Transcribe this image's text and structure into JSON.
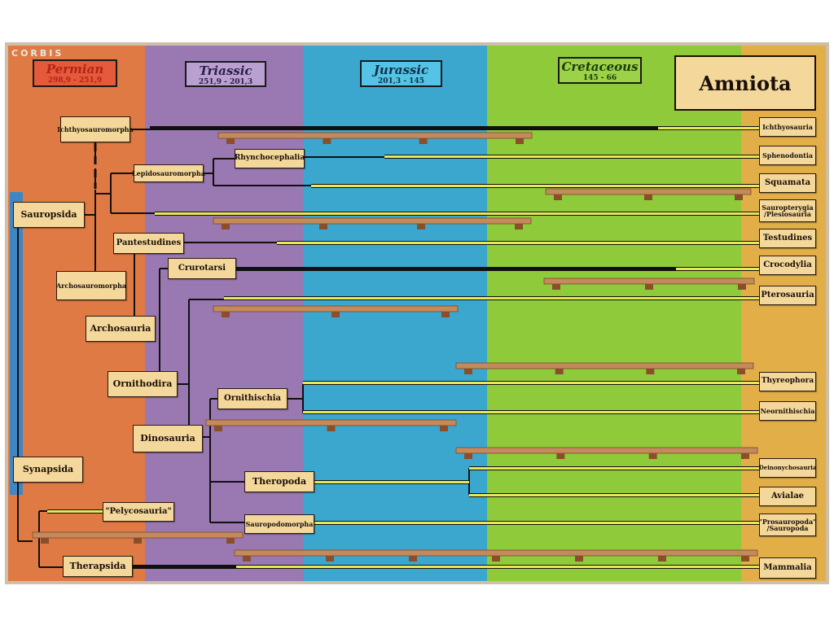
{
  "brand": "CORBIS",
  "title": "Amniota",
  "periods": [
    {
      "key": "permian",
      "name": "Permian",
      "dates": "298,9 - 251,9",
      "band_color": "#e07a45",
      "box_color": "#e45a3a",
      "text_color": "#b52217"
    },
    {
      "key": "triassic",
      "name": "Triassic",
      "dates": "251,9 - 201,3",
      "band_color": "#9a78b2",
      "box_color": "#b9a0d0",
      "text_color": "#2b1d4a"
    },
    {
      "key": "jurassic",
      "name": "Jurassic",
      "dates": "201,3 - 145",
      "band_color": "#3ba7cf",
      "box_color": "#55c3e6",
      "text_color": "#10304a"
    },
    {
      "key": "cretaceous",
      "name": "Cretaceous",
      "dates": "145 - 66",
      "band_color": "#8fca3a",
      "box_color": "#9bd248",
      "text_color": "#1c3a0c"
    }
  ],
  "recent_band_color": "#e2ae48",
  "clades": {
    "ichthyosauromorpha": "Ichthyosauromorpha",
    "lepidosauromorpha": "Lepidosauromorpha",
    "rhynchocephalia": "Rhynchocephalia",
    "sauropsida": "Sauropsida",
    "pantestudines": "Pantestudines",
    "archosauromorpha": "Archosauromorpha",
    "crurotarsi": "Crurotarsi",
    "archosauria": "Archosauria",
    "ornithodira": "Ornithodira",
    "ornithischia": "Ornithischia",
    "dinosauria": "Dinosauria",
    "theropoda": "Theropoda",
    "synapsida": "Synapsida",
    "pelycosauria": "\"Pelycosauria\"",
    "sauropodomorpha": "Sauropodomorpha",
    "therapsida": "Therapsida"
  },
  "terminals": {
    "ichthyosauria": "Ichthyosauria",
    "sphenodontia": "Sphenodontia",
    "squamata": "Squamata",
    "sauropterygia_line1": "Sauropterygia",
    "sauropterygia_line2": "/Plesiosauria",
    "testudines": "Testudines",
    "crocodylia": "Crocodylia",
    "pterosauria": "Pterosauria",
    "thyreophora": "Thyreophora",
    "neornithischia": "Neornithischia",
    "deinonychosauria": "Deinonychosauria",
    "avialae": "Avialae",
    "prosauropoda_line1": "\"Prosauropoda\"",
    "prosauropoda_line2": "/Sauropoda",
    "mammalia": "Mammalia"
  },
  "colors": {
    "branch": "#101010",
    "range_bar": "#e8e85a",
    "label_bg": "#f4d79b",
    "shelf": "#c48a5c"
  }
}
